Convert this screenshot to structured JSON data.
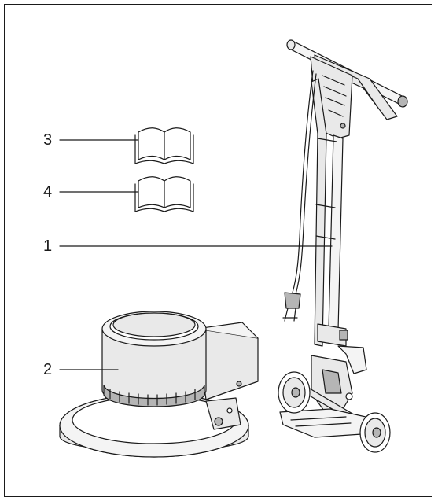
{
  "callouts": [
    {
      "id": "1",
      "label": "1"
    },
    {
      "id": "2",
      "label": "2"
    },
    {
      "id": "3",
      "label": "3"
    },
    {
      "id": "4",
      "label": "4"
    }
  ],
  "colors": {
    "line": "#1a1a1a",
    "body_fill": "#e9e9e9",
    "dark_fill": "#b5b5b5",
    "light_fill": "#f4f4f4"
  }
}
